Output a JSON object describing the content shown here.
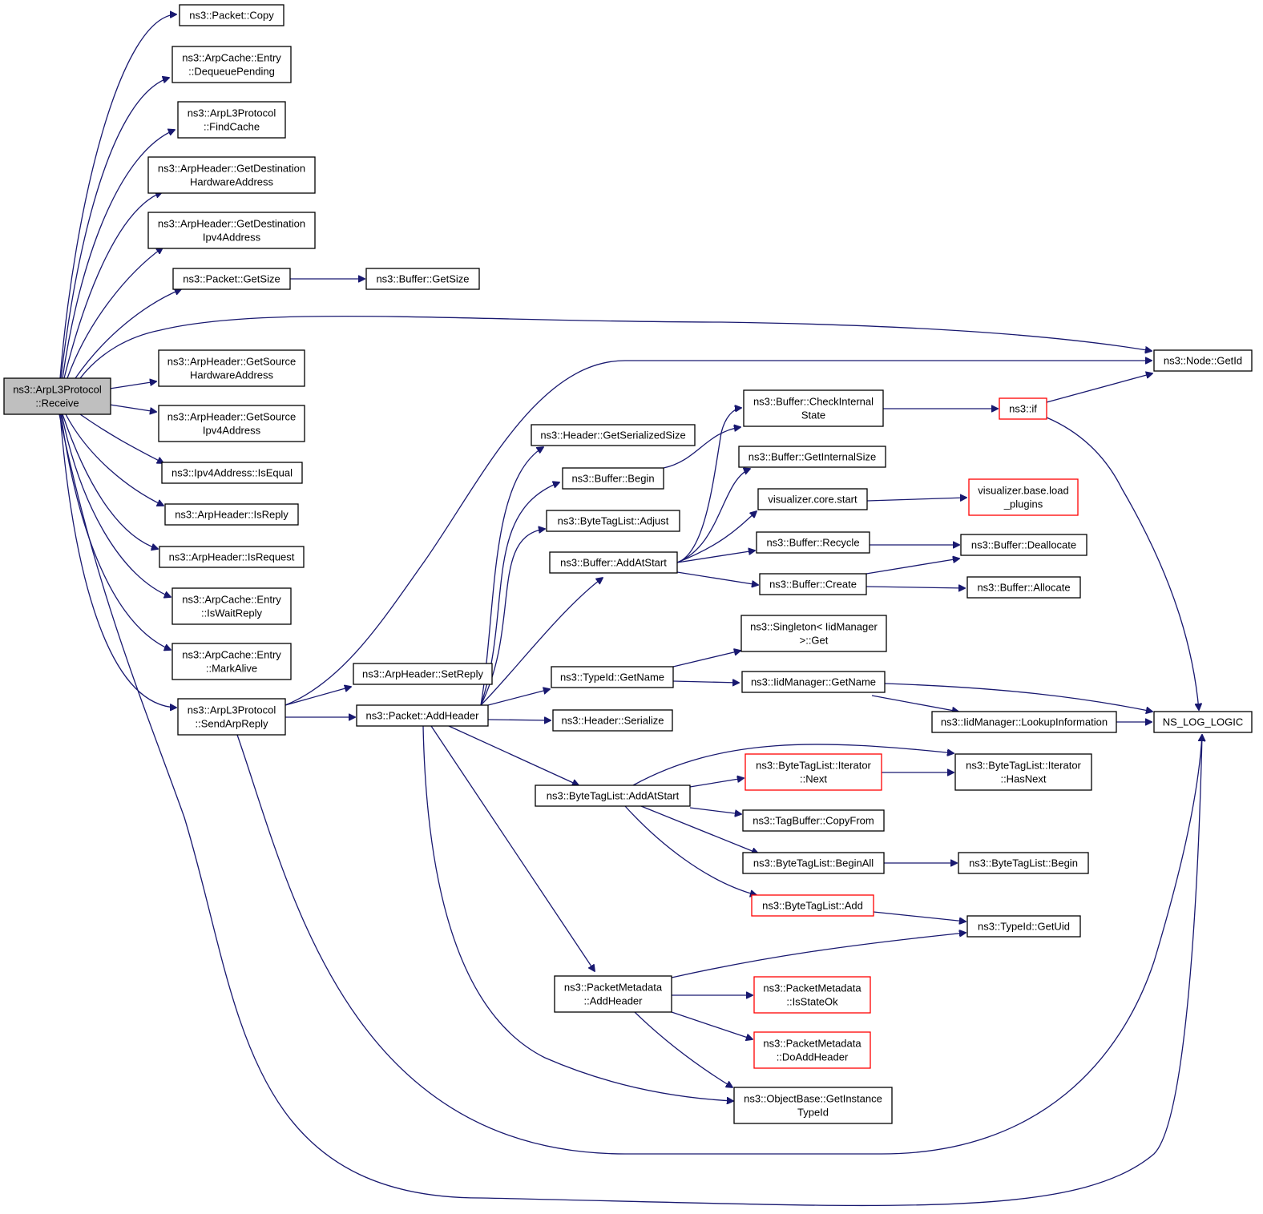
{
  "graph": {
    "edge_color": "#191970",
    "root_fill": "#bfbfbf",
    "warn_stroke": "#ff0000",
    "nodes": [
      {
        "id": "receive",
        "lines": [
          "ns3::ArpL3Protocol",
          "::Receive"
        ],
        "style": "root"
      },
      {
        "id": "pkt_copy",
        "lines": [
          "ns3::Packet::Copy"
        ]
      },
      {
        "id": "dequeue",
        "lines": [
          "ns3::ArpCache::Entry",
          "::DequeuePending"
        ]
      },
      {
        "id": "findcache",
        "lines": [
          "ns3::ArpL3Protocol",
          "::FindCache"
        ]
      },
      {
        "id": "getdesthw",
        "lines": [
          "ns3::ArpHeader::GetDestination",
          "HardwareAddress"
        ]
      },
      {
        "id": "getdestip",
        "lines": [
          "ns3::ArpHeader::GetDestination",
          "Ipv4Address"
        ]
      },
      {
        "id": "pkt_getsize",
        "lines": [
          "ns3::Packet::GetSize"
        ]
      },
      {
        "id": "buf_getsize",
        "lines": [
          "ns3::Buffer::GetSize"
        ]
      },
      {
        "id": "node_getid",
        "lines": [
          "ns3::Node::GetId"
        ]
      },
      {
        "id": "getsrchw",
        "lines": [
          "ns3::ArpHeader::GetSource",
          "HardwareAddress"
        ]
      },
      {
        "id": "getsrcip",
        "lines": [
          "ns3::ArpHeader::GetSource",
          "Ipv4Address"
        ]
      },
      {
        "id": "isequal",
        "lines": [
          "ns3::Ipv4Address::IsEqual"
        ]
      },
      {
        "id": "isreply",
        "lines": [
          "ns3::ArpHeader::IsReply"
        ]
      },
      {
        "id": "isrequest",
        "lines": [
          "ns3::ArpHeader::IsRequest"
        ]
      },
      {
        "id": "iswaitreply",
        "lines": [
          "ns3::ArpCache::Entry",
          "::IsWaitReply"
        ]
      },
      {
        "id": "markalive",
        "lines": [
          "ns3::ArpCache::Entry",
          "::MarkAlive"
        ]
      },
      {
        "id": "sendarpreply",
        "lines": [
          "ns3::ArpL3Protocol",
          "::SendArpReply"
        ]
      },
      {
        "id": "setreply",
        "lines": [
          "ns3::ArpHeader::SetReply"
        ]
      },
      {
        "id": "addheader",
        "lines": [
          "ns3::Packet::AddHeader"
        ]
      },
      {
        "id": "hdr_getser",
        "lines": [
          "ns3::Header::GetSerializedSize"
        ]
      },
      {
        "id": "buf_begin",
        "lines": [
          "ns3::Buffer::Begin"
        ]
      },
      {
        "id": "btl_adjust",
        "lines": [
          "ns3::ByteTagList::Adjust"
        ]
      },
      {
        "id": "buf_addatstart",
        "lines": [
          "ns3::Buffer::AddAtStart"
        ]
      },
      {
        "id": "typeid_getname",
        "lines": [
          "ns3::TypeId::GetName"
        ]
      },
      {
        "id": "hdr_serialize",
        "lines": [
          "ns3::Header::Serialize"
        ]
      },
      {
        "id": "btl_addatstart",
        "lines": [
          "ns3::ByteTagList::AddAtStart"
        ]
      },
      {
        "id": "pm_addheader",
        "lines": [
          "ns3::PacketMetadata",
          "::AddHeader"
        ]
      },
      {
        "id": "buf_checkint",
        "lines": [
          "ns3::Buffer::CheckInternal",
          "State"
        ]
      },
      {
        "id": "buf_getint",
        "lines": [
          "ns3::Buffer::GetInternalSize"
        ]
      },
      {
        "id": "viz_start",
        "lines": [
          "visualizer.core.start"
        ]
      },
      {
        "id": "buf_recycle",
        "lines": [
          "ns3::Buffer::Recycle"
        ]
      },
      {
        "id": "buf_create",
        "lines": [
          "ns3::Buffer::Create"
        ]
      },
      {
        "id": "singleton_get",
        "lines": [
          "ns3::Singleton< IidManager",
          ">::Get"
        ]
      },
      {
        "id": "iid_getname",
        "lines": [
          "ns3::IidManager::GetName"
        ]
      },
      {
        "id": "btl_it_next",
        "lines": [
          "ns3::ByteTagList::Iterator",
          "::Next"
        ],
        "style": "red"
      },
      {
        "id": "tagbuf_copy",
        "lines": [
          "ns3::TagBuffer::CopyFrom"
        ]
      },
      {
        "id": "btl_beginall",
        "lines": [
          "ns3::ByteTagList::BeginAll"
        ]
      },
      {
        "id": "btl_add",
        "lines": [
          "ns3::ByteTagList::Add"
        ],
        "style": "red"
      },
      {
        "id": "pm_isstateok",
        "lines": [
          "ns3::PacketMetadata",
          "::IsStateOk"
        ],
        "style": "red"
      },
      {
        "id": "pm_doadd",
        "lines": [
          "ns3::PacketMetadata",
          "::DoAddHeader"
        ],
        "style": "red"
      },
      {
        "id": "ob_getinst",
        "lines": [
          "ns3::ObjectBase::GetInstance",
          "TypeId"
        ]
      },
      {
        "id": "ns3_if",
        "lines": [
          "ns3::if"
        ],
        "style": "red"
      },
      {
        "id": "viz_load",
        "lines": [
          "visualizer.base.load",
          "_plugins"
        ],
        "style": "red"
      },
      {
        "id": "buf_dealloc",
        "lines": [
          "ns3::Buffer::Deallocate"
        ]
      },
      {
        "id": "buf_alloc",
        "lines": [
          "ns3::Buffer::Allocate"
        ]
      },
      {
        "id": "iid_lookup",
        "lines": [
          "ns3::IidManager::LookupInformation"
        ]
      },
      {
        "id": "btl_it_hasnext",
        "lines": [
          "ns3::ByteTagList::Iterator",
          "::HasNext"
        ]
      },
      {
        "id": "btl_begin",
        "lines": [
          "ns3::ByteTagList::Begin"
        ]
      },
      {
        "id": "typeid_getuid",
        "lines": [
          "ns3::TypeId::GetUid"
        ]
      },
      {
        "id": "ns_log_logic",
        "lines": [
          "NS_LOG_LOGIC"
        ]
      }
    ]
  }
}
